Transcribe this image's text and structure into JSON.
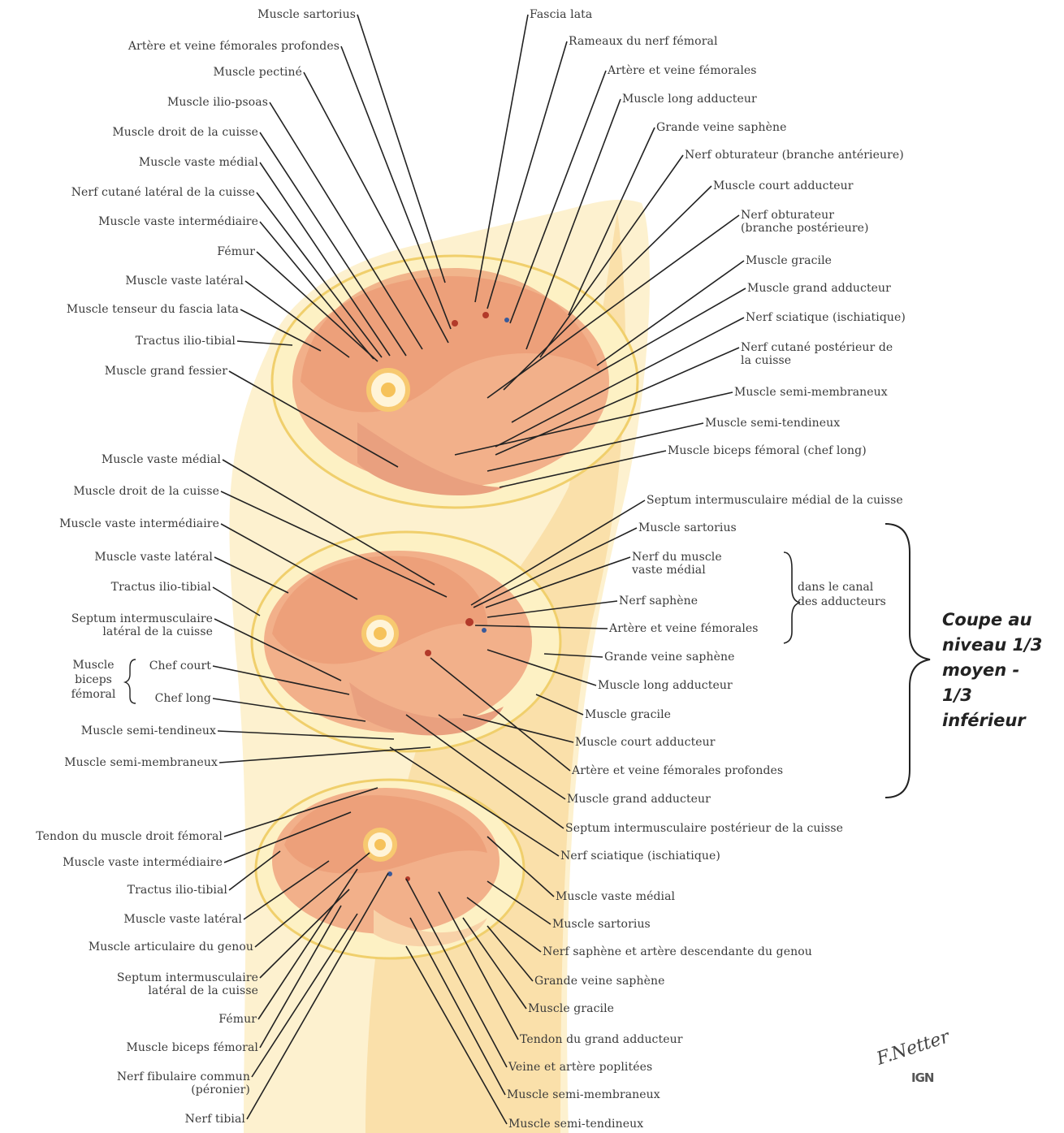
{
  "figure": {
    "side_note": "Coupe au\nniveau 1/3\nmoyen -\n1/3\ninférieur",
    "signature": "F.Netter",
    "publisher_mark": "IGN",
    "brackets": {
      "adductor_canal": "dans le canal\ndes adducteurs",
      "biceps_group": "Muscle\nbiceps\nfémoral"
    }
  },
  "labels": [
    {
      "id": "l1",
      "text": "Muscle sartorius",
      "side": "r",
      "anchor": "right"
    },
    {
      "id": "l2",
      "text": "Fascia lata"
    },
    {
      "id": "l3",
      "text": "Artère et veine fémorales profondes"
    },
    {
      "id": "l4",
      "text": "Rameaux du nerf fémoral"
    },
    {
      "id": "l5",
      "text": "Muscle pectiné"
    },
    {
      "id": "l6",
      "text": "Artère et veine fémorales"
    },
    {
      "id": "l7",
      "text": "Muscle ilio-psoas"
    },
    {
      "id": "l8",
      "text": "Muscle long adducteur"
    },
    {
      "id": "l9",
      "text": "Muscle droit de la cuisse"
    },
    {
      "id": "l10",
      "text": "Grande veine saphène"
    },
    {
      "id": "l11",
      "text": "Muscle vaste médial"
    },
    {
      "id": "l12",
      "text": "Nerf obturateur (branche antérieure)"
    },
    {
      "id": "l13",
      "text": "Nerf cutané latéral de la cuisse"
    },
    {
      "id": "l14",
      "text": "Muscle court adducteur"
    },
    {
      "id": "l15",
      "text": "Muscle vaste intermédiaire"
    },
    {
      "id": "l16",
      "text": "Nerf obturateur\n(branche postérieure)"
    },
    {
      "id": "l17",
      "text": "Fémur"
    },
    {
      "id": "l18",
      "text": "Muscle gracile"
    },
    {
      "id": "l19",
      "text": "Muscle vaste latéral"
    },
    {
      "id": "l20",
      "text": "Muscle grand adducteur"
    },
    {
      "id": "l21",
      "text": "Muscle tenseur du fascia lata"
    },
    {
      "id": "l22",
      "text": "Nerf sciatique (ischiatique)"
    },
    {
      "id": "l23",
      "text": "Tractus ilio-tibial"
    },
    {
      "id": "l24",
      "text": "Nerf cutané postérieur de\nla cuisse"
    },
    {
      "id": "l25",
      "text": "Muscle grand fessier"
    },
    {
      "id": "l26",
      "text": "Muscle semi-membraneux"
    },
    {
      "id": "l27",
      "text": "Muscle semi-tendineux"
    },
    {
      "id": "l28",
      "text": "Muscle biceps fémoral (chef long)"
    },
    {
      "id": "l29",
      "text": "Muscle vaste médial"
    },
    {
      "id": "l30",
      "text": "Septum intermusculaire médial de la cuisse"
    },
    {
      "id": "l31",
      "text": "Muscle droit de la cuisse"
    },
    {
      "id": "l32",
      "text": "Muscle sartorius"
    },
    {
      "id": "l33",
      "text": "Muscle vaste intermédiaire"
    },
    {
      "id": "l34",
      "text": "Nerf du muscle\nvaste médial"
    },
    {
      "id": "l35",
      "text": "Muscle vaste latéral"
    },
    {
      "id": "l36",
      "text": "Nerf saphène"
    },
    {
      "id": "l37",
      "text": "Tractus ilio-tibial"
    },
    {
      "id": "l38",
      "text": "Artère et veine fémorales"
    },
    {
      "id": "l39",
      "text": "Septum intermusculaire\nlatéral de la cuisse"
    },
    {
      "id": "l40",
      "text": "Grande veine saphène"
    },
    {
      "id": "l41",
      "text": "Chef court"
    },
    {
      "id": "l42",
      "text": "Muscle long adducteur"
    },
    {
      "id": "l43",
      "text": "Chef long"
    },
    {
      "id": "l44",
      "text": "Muscle gracile"
    },
    {
      "id": "l45",
      "text": "Muscle semi-tendineux"
    },
    {
      "id": "l46",
      "text": "Muscle court adducteur"
    },
    {
      "id": "l47",
      "text": "Muscle semi-membraneux"
    },
    {
      "id": "l48",
      "text": "Artère et veine fémorales profondes"
    },
    {
      "id": "l49",
      "text": "Muscle grand adducteur"
    },
    {
      "id": "l50",
      "text": "Septum intermusculaire postérieur de la cuisse"
    },
    {
      "id": "l51",
      "text": "Tendon du muscle droit fémoral"
    },
    {
      "id": "l52",
      "text": "Nerf sciatique (ischiatique)"
    },
    {
      "id": "l53",
      "text": "Muscle vaste intermédiaire"
    },
    {
      "id": "l54",
      "text": "Tractus ilio-tibial"
    },
    {
      "id": "l55",
      "text": "Muscle vaste médial"
    },
    {
      "id": "l56",
      "text": "Muscle vaste latéral"
    },
    {
      "id": "l57",
      "text": "Muscle sartorius"
    },
    {
      "id": "l58",
      "text": "Muscle articulaire du genou"
    },
    {
      "id": "l59",
      "text": "Nerf saphène et artère descendante du genou"
    },
    {
      "id": "l60",
      "text": "Septum intermusculaire\nlatéral de la cuisse"
    },
    {
      "id": "l61",
      "text": "Grande veine saphène"
    },
    {
      "id": "l62",
      "text": "Fémur"
    },
    {
      "id": "l63",
      "text": "Muscle gracile"
    },
    {
      "id": "l64",
      "text": "Muscle biceps fémoral"
    },
    {
      "id": "l65",
      "text": "Tendon du grand adducteur"
    },
    {
      "id": "l66",
      "text": "Nerf fibulaire commun\n(péronier)"
    },
    {
      "id": "l67",
      "text": "Veine et artère poplitées"
    },
    {
      "id": "l68",
      "text": "Muscle semi-membraneux"
    },
    {
      "id": "l69",
      "text": "Nerf tibial"
    },
    {
      "id": "l70",
      "text": "Muscle semi-tendineux"
    }
  ]
}
